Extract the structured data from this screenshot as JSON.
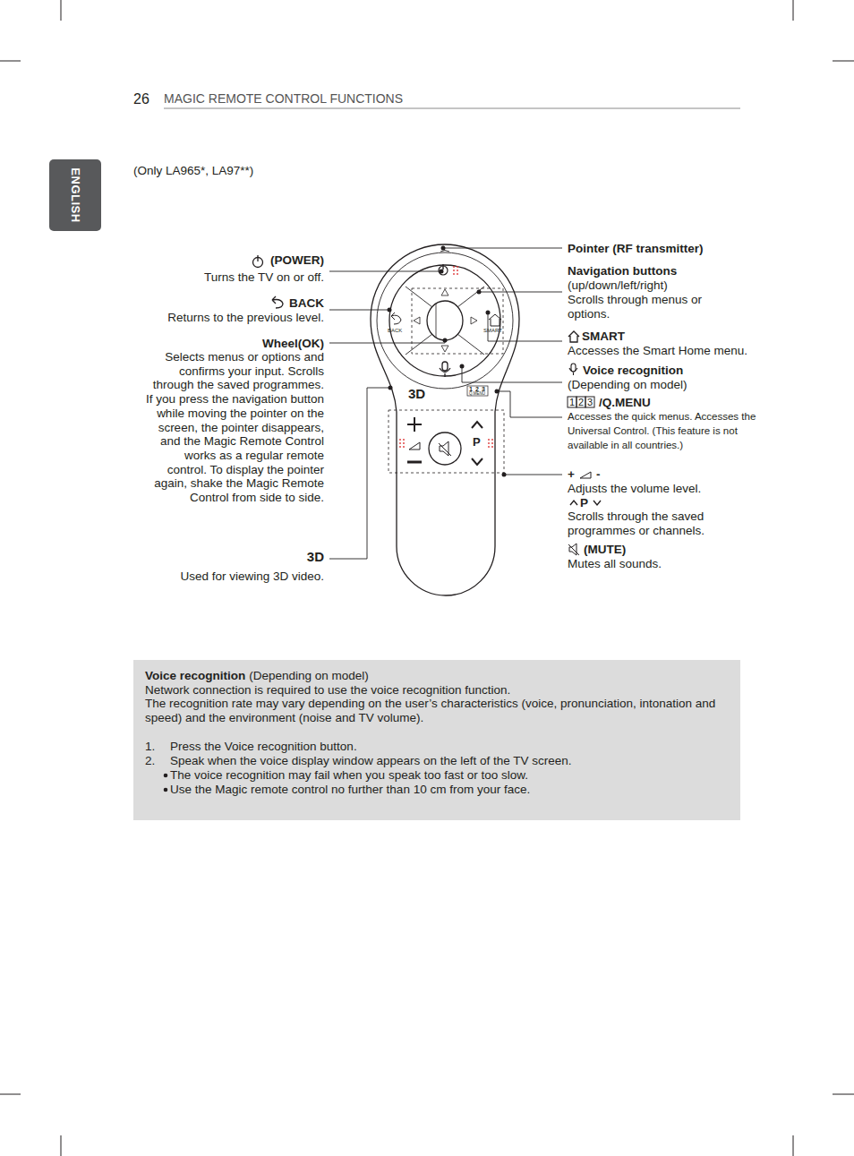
{
  "diagram": {
    "title": "MAGIC REMOTE CONTROL FUNCTIONS",
    "nodes": [
      {
        "text": [
          "ENGLISH"
        ]
      },
      {
        "text": [
          "Voice recognition",
          "(Depending on model)",
          "Network connection is required to use the voice recognition function.",
          "The recognition rate may vary depending on the user’s characteristics (voice, pronunciation, intonation and speed) and the environment (noise and TV volume).",
          "1.",
          "Press the Voice recognition button.",
          "2.",
          "Speak when the voice display window appears on the left of the TV screen.",
          "The voice recognition may fail when you speak too fast or too slow.",
          "Use the Magic remote control no further than 10 cm from your face."
        ]
      }
    ],
    "labels": [
      "26",
      "(Only LA965*, LA97**)",
      "(POWER)",
      "Turns the TV on or off.",
      "BACK",
      "Returns to the previous level.",
      "Wheel(OK)",
      "Selects menus or options and confirms your input. Scrolls through the saved programmes. If you press the navigation button while moving the pointer on the screen, the pointer disappears, and the Magic Remote Control works as a regular remote control. To display the pointer again, shake the Magic Remote Control from side to side.",
      "3D",
      "Used for viewing 3D video.",
      "Pointer (RF transmitter)",
      "Navigation buttons",
      "(up/down/left/right)",
      "Scrolls through menus or options.",
      "SMART",
      "Accesses the Smart Home menu.",
      "Voice recognition",
      "(Depending on model)",
      "1",
      "2",
      "3",
      "/Q.MENU",
      "Accesses the quick menus. Accesses the Universal Control. (This feature is not available in all countries.)",
      "+",
      "-",
      "Adjusts the volume level.",
      "P",
      "Scrolls through the saved programmes or channels.",
      "(MUTE)",
      "Mutes all sounds.",
      "BACK",
      "SMART",
      "3D",
      "1",
      "2",
      "3",
      "Q.MENU",
      "P"
    ]
  }
}
